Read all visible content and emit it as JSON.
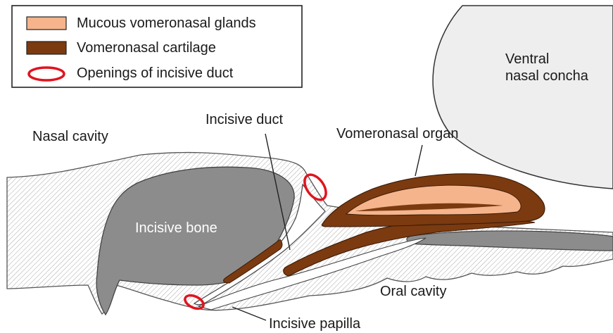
{
  "legend": {
    "items": [
      {
        "label": "Mucous vomeronasal glands",
        "swatch": "rect",
        "color": "#f5b48c"
      },
      {
        "label": "Vomeronasal cartilage",
        "swatch": "rect",
        "color": "#7b3a10"
      },
      {
        "label": "Openings of incisive duct",
        "swatch": "ellipse",
        "color": "#e0141e"
      }
    ]
  },
  "labels": {
    "ventral_nasal_concha_line1": "Ventral",
    "ventral_nasal_concha_line2": "nasal concha",
    "nasal_cavity": "Nasal cavity",
    "incisive_duct": "Incisive duct",
    "vomeronasal_organ": "Vomeronasal organ",
    "incisive_bone": "Incisive bone",
    "oral_cavity": "Oral cavity",
    "incisive_papilla": "Incisive papilla"
  },
  "colors": {
    "soft_tissue_hatch": "#9a9a9a",
    "bone_gray": "#8c8c8c",
    "concha_fill": "#eeeeee",
    "cartilage": "#7b3a10",
    "glands": "#f5b48c",
    "opening_outline": "#e0141e"
  }
}
